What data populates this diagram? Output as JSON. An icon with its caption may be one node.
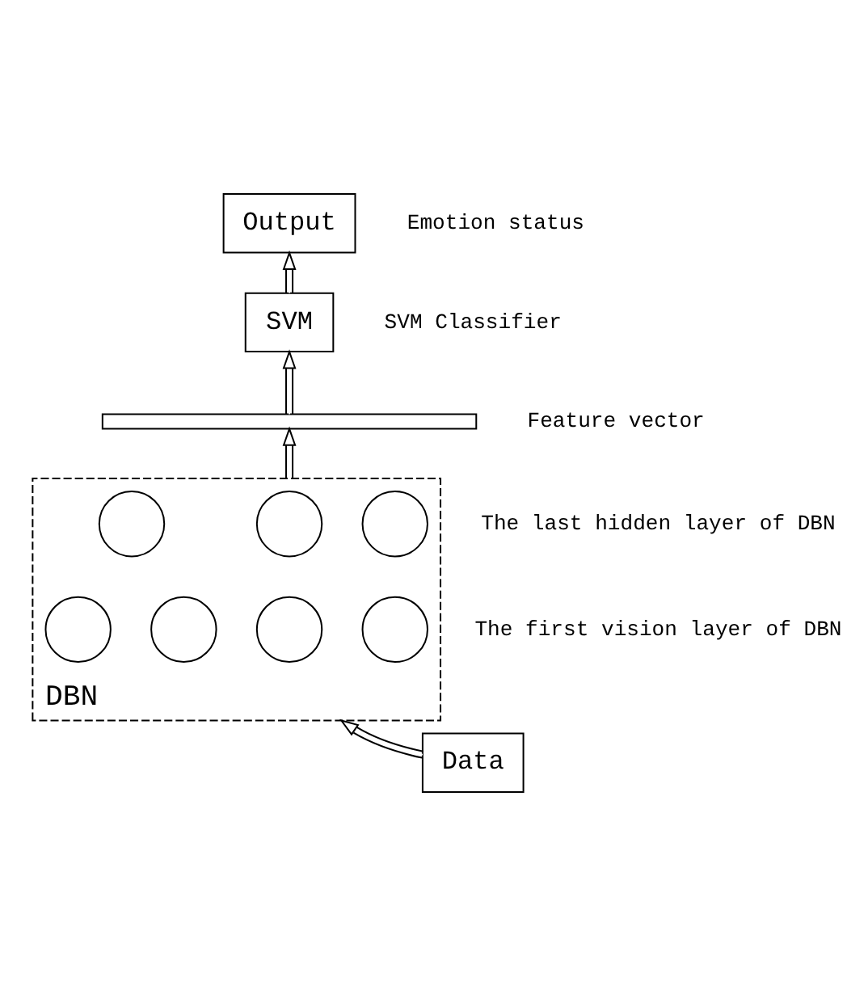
{
  "diagram": {
    "nodes": [
      {
        "text": [
          "Output"
        ],
        "beside": [
          "Emotion status"
        ]
      },
      {
        "text": [
          "SVM"
        ],
        "beside": [
          "SVM Classifier"
        ]
      },
      {
        "text": [],
        "shape": "bar",
        "beside": [
          "Feature vector"
        ]
      },
      {
        "text": [
          "DBN"
        ]
      },
      {
        "text": [],
        "shape": "circle",
        "in": 3
      },
      {
        "text": [],
        "shape": "circle",
        "in": 3
      },
      {
        "text": [],
        "shape": "circle",
        "in": 3
      },
      {
        "text": [],
        "shape": "circle",
        "in": 3
      },
      {
        "text": [],
        "shape": "circle",
        "in": 3
      },
      {
        "text": [],
        "shape": "circle",
        "in": 3
      },
      {
        "text": [],
        "shape": "circle",
        "in": 3
      },
      {
        "text": [
          "Data"
        ]
      }
    ],
    "edges": [
      {
        "from": 11,
        "to": 3,
        "arrow": "to"
      },
      {
        "from": 3,
        "to": 2,
        "arrow": "to"
      },
      {
        "from": 2,
        "to": 1,
        "arrow": "to"
      },
      {
        "from": 1,
        "to": 0,
        "arrow": "to"
      }
    ],
    "labels": [
      "The last hidden layer of DBN",
      "The first vision layer of DBN"
    ]
  }
}
